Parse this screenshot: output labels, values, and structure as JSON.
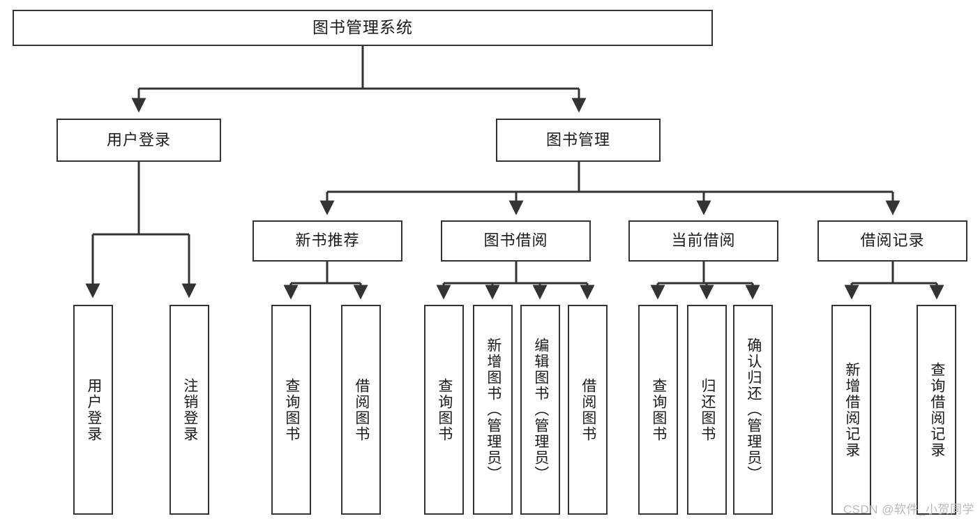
{
  "diagram": {
    "type": "tree",
    "title": "图书管理系统",
    "orientation": "top-down",
    "watermark": "CSDN @软件_小贺同学",
    "colors": {
      "box_border": "#333333",
      "box_fill": "#ffffff",
      "edge": "#333333",
      "text": "#1a1a1a",
      "watermark": "#b9b9b9"
    },
    "levels": {
      "root": {
        "label": "图书管理系统"
      },
      "level2": [
        {
          "id": "user-login",
          "label": "用户登录"
        },
        {
          "id": "book-manage",
          "label": "图书管理"
        }
      ],
      "level3": [
        {
          "id": "new-book-recommend",
          "label": "新书推荐",
          "parent": "book-manage"
        },
        {
          "id": "book-borrow",
          "label": "图书借阅",
          "parent": "book-manage"
        },
        {
          "id": "current-borrow",
          "label": "当前借阅",
          "parent": "book-manage"
        },
        {
          "id": "borrow-record",
          "label": "借阅记录",
          "parent": "book-manage"
        }
      ],
      "leaves": [
        {
          "id": "leaf-user-login",
          "label": "用户登录",
          "parent": "user-login"
        },
        {
          "id": "leaf-user-logout",
          "label": "注销登录",
          "parent": "user-login"
        },
        {
          "id": "leaf-query-book-1",
          "label": "查询图书",
          "parent": "new-book-recommend"
        },
        {
          "id": "leaf-borrow-book-1",
          "label": "借阅图书",
          "parent": "new-book-recommend"
        },
        {
          "id": "leaf-query-book-2",
          "label": "查询图书",
          "parent": "book-borrow"
        },
        {
          "id": "leaf-add-book",
          "label": "新增图书（管理员）",
          "parent": "book-borrow"
        },
        {
          "id": "leaf-edit-book",
          "label": "编辑图书（管理员）",
          "parent": "book-borrow"
        },
        {
          "id": "leaf-borrow-book-2",
          "label": "借阅图书",
          "parent": "book-borrow"
        },
        {
          "id": "leaf-query-book-3",
          "label": "查询图书",
          "parent": "current-borrow"
        },
        {
          "id": "leaf-return-book",
          "label": "归还图书",
          "parent": "current-borrow"
        },
        {
          "id": "leaf-confirm-return",
          "label": "确认归还（管理员）",
          "parent": "current-borrow"
        },
        {
          "id": "leaf-add-record",
          "label": "新增借阅记录",
          "parent": "borrow-record"
        },
        {
          "id": "leaf-query-record",
          "label": "查询借阅记录",
          "parent": "borrow-record"
        }
      ]
    }
  }
}
